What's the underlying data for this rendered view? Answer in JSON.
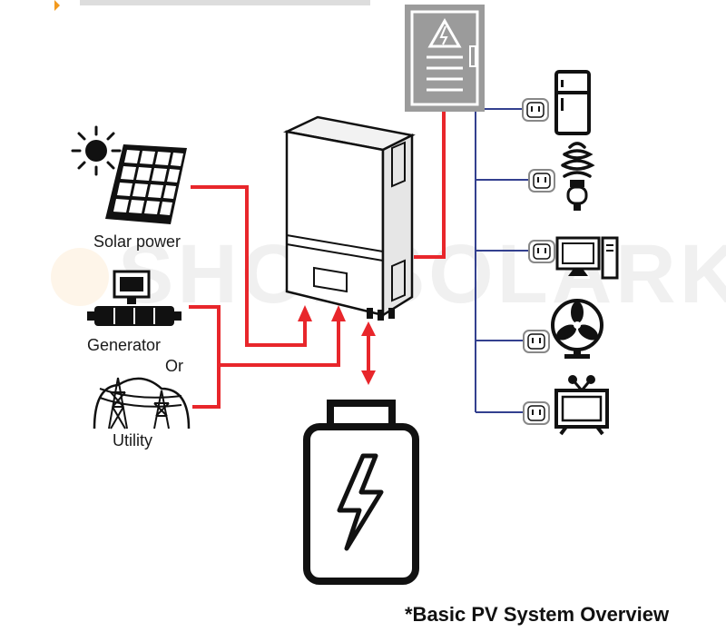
{
  "labels": {
    "solar": "Solar power",
    "generator": "Generator",
    "or": "Or",
    "utility": "Utility"
  },
  "caption": "*Basic PV System Overview",
  "watermark": "SHOPSOLARKITS",
  "colors": {
    "dc_line": "#e8262b",
    "ac_bus": "#33408f",
    "panel_box": "#9b9b9b",
    "outline": "#111111"
  },
  "icons": {
    "sources": [
      "sun-icon",
      "solar-panel-icon",
      "generator-icon",
      "utility-tower-icon"
    ],
    "center": [
      "inverter-icon",
      "breaker-panel-icon",
      "battery-icon"
    ],
    "loads": [
      "refrigerator-icon",
      "light-bulb-icon",
      "computer-icon",
      "fan-icon",
      "tv-icon"
    ]
  }
}
